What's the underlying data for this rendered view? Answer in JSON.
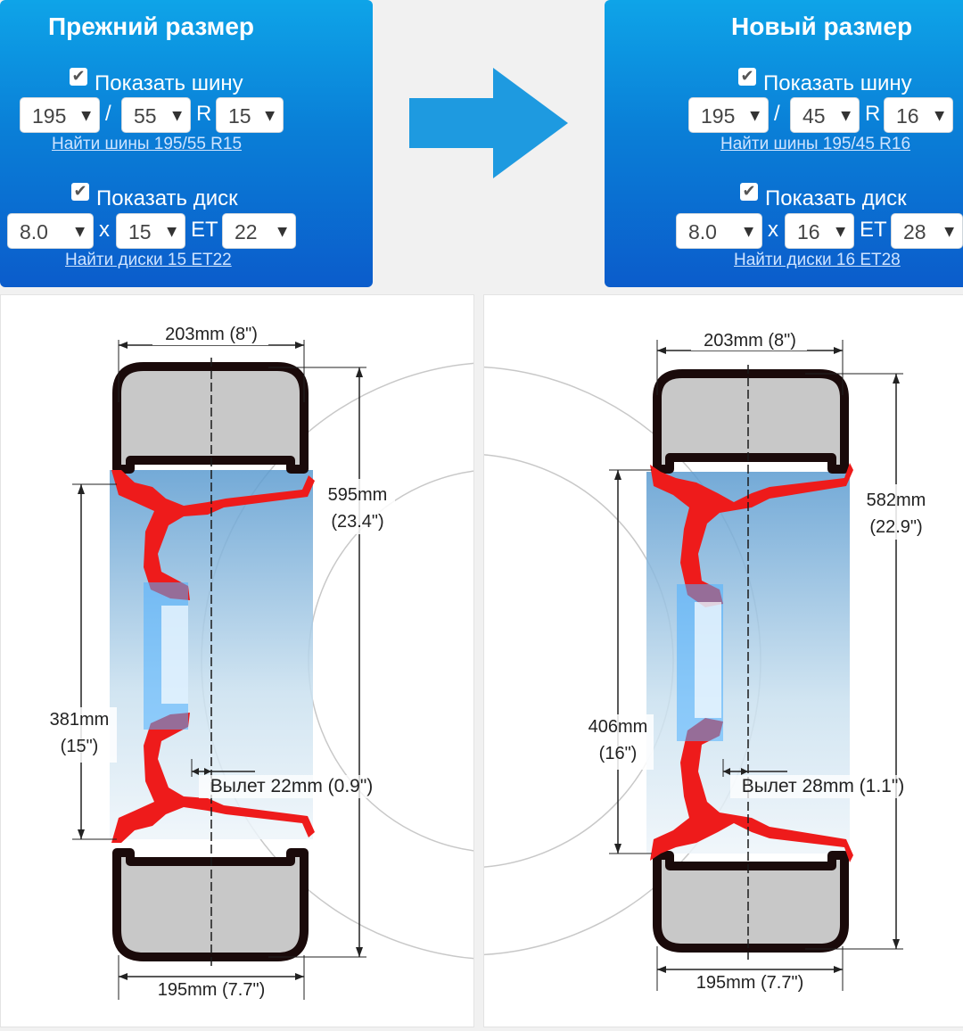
{
  "old": {
    "title": "Прежний размер",
    "show_tire": "Показать шину",
    "tire": {
      "width": "195",
      "profile": "55",
      "rim": "15"
    },
    "sep_slash": "/",
    "sep_r": "R",
    "tire_link": "Найти шины 195/55 R15",
    "show_disc": "Показать диск",
    "disc": {
      "width": "8.0",
      "diameter": "15",
      "et": "22"
    },
    "sep_x": "x",
    "sep_et": "ET",
    "disc_link": "Найти диски 15 ET22",
    "dim_top": "203mm (8\")",
    "dim_height_val": "595mm",
    "dim_height_in": "(23.4\")",
    "dim_rim_val": "381mm",
    "dim_rim_in": "(15\")",
    "offset_label": "Вылет 22mm (0.9\")",
    "dim_bottom": "195mm (7.7\")"
  },
  "new": {
    "title": "Новый размер",
    "show_tire": "Показать шину",
    "tire": {
      "width": "195",
      "profile": "45",
      "rim": "16"
    },
    "sep_slash": "/",
    "sep_r": "R",
    "tire_link": "Найти шины 195/45 R16",
    "show_disc": "Показать диск",
    "disc": {
      "width": "8.0",
      "diameter": "16",
      "et": "28"
    },
    "sep_x": "x",
    "sep_et": "ET",
    "disc_link": "Найти диски 16 ET28",
    "dim_top": "203mm (8\")",
    "dim_height_val": "582mm",
    "dim_height_in": "(22.9\")",
    "dim_rim_val": "406mm",
    "dim_rim_in": "(16\")",
    "offset_label": "Вылет 28mm (1.1\")",
    "dim_bottom": "195mm (7.7\")"
  },
  "icons": {
    "arrow": "arrow-right-icon",
    "checkbox": "checkmark-icon",
    "dropdown": "triangle-down-icon"
  },
  "colors": {
    "panel": "#0a7fd7",
    "arrow": "#1e9ae0",
    "rim": "#ee1b1b",
    "tire": "#c8c8c8"
  }
}
